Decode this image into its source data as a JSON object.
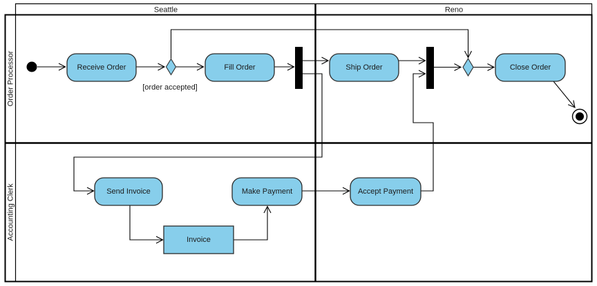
{
  "swimlanes": {
    "columns": [
      {
        "label": "Seattle"
      },
      {
        "label": "Reno"
      }
    ],
    "rows": [
      {
        "label": "Order Processor"
      },
      {
        "label": "Accounting Clerk"
      }
    ]
  },
  "nodes": {
    "receive_order": "Receive Order",
    "fill_order": "Fill Order",
    "ship_order": "Ship Order",
    "close_order": "Close Order",
    "send_invoice": "Send Invoice",
    "invoice": "Invoice",
    "make_payment": "Make Payment",
    "accept_payment": "Accept Payment"
  },
  "labels": {
    "guard": "[order accepted]"
  },
  "colors": {
    "node_fill": "#87CEEB",
    "node_stroke": "#2b2b2b",
    "line": "#000000",
    "background": "#ffffff"
  }
}
